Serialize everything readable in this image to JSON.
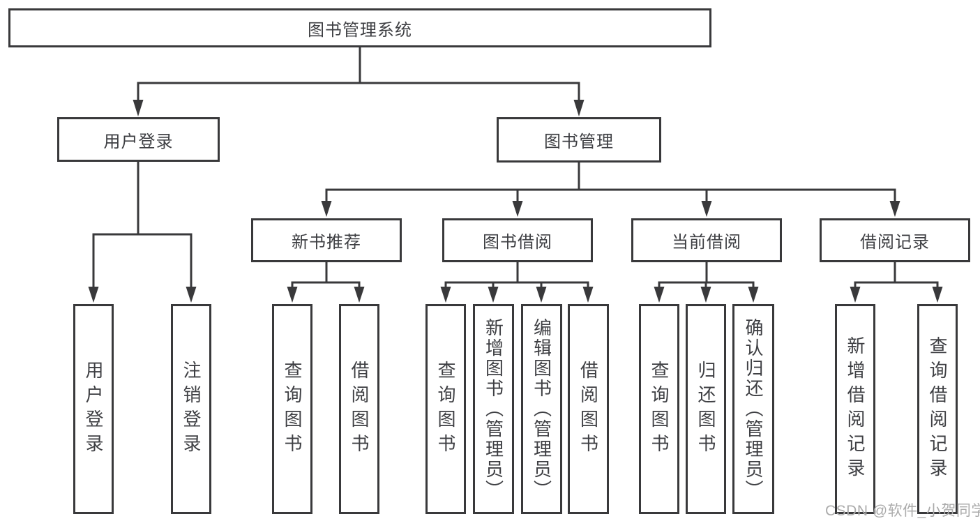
{
  "diagram": {
    "root": {
      "label": "图书管理系统"
    },
    "branches": [
      {
        "label": "用户登录",
        "children": [
          {
            "label": "用户登录"
          },
          {
            "label": "注销登录"
          }
        ]
      },
      {
        "label": "图书管理",
        "groups": [
          {
            "label": "新书推荐",
            "children": [
              {
                "label": "查询图书"
              },
              {
                "label": "借阅图书"
              }
            ]
          },
          {
            "label": "图书借阅",
            "children": [
              {
                "label": "查询图书"
              },
              {
                "label": "新增图书（管理员）"
              },
              {
                "label": "编辑图书（管理员）"
              },
              {
                "label": "借阅图书"
              }
            ]
          },
          {
            "label": "当前借阅",
            "children": [
              {
                "label": "查询图书"
              },
              {
                "label": "归还图书"
              },
              {
                "label": "确认归还（管理员）"
              }
            ]
          },
          {
            "label": "借阅记录",
            "children": [
              {
                "label": "新增借阅记录"
              },
              {
                "label": "查询借阅记录"
              }
            ]
          }
        ]
      }
    ]
  },
  "watermark": {
    "text": "CSDN @软件_小贺同学"
  },
  "colors": {
    "line": "#39393b",
    "text": "#3e3f43",
    "background": "#ffffff",
    "watermark": "#ababab"
  }
}
